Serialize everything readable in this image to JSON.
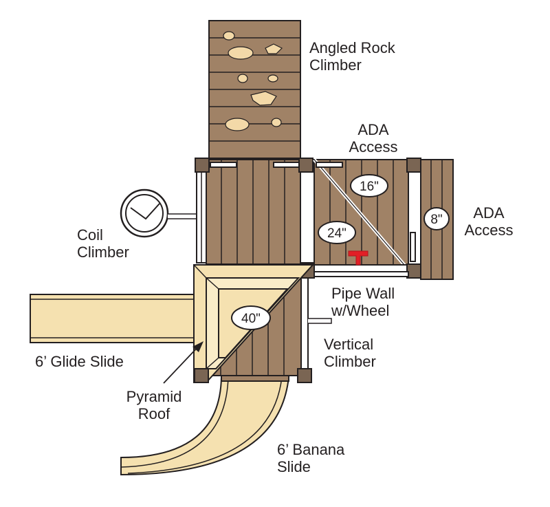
{
  "labels": {
    "angled_rock_climber": [
      "Angled Rock",
      "Climber"
    ],
    "ada_access_top": [
      "ADA",
      "Access"
    ],
    "ada_access_right": [
      "ADA",
      "Access"
    ],
    "coil_climber": [
      "Coil",
      "Climber"
    ],
    "pipe_wall": [
      "Pipe Wall",
      "w/Wheel"
    ],
    "vertical_climber": [
      "Vertical",
      "Climber"
    ],
    "glide_slide": [
      "6’ Glide Slide"
    ],
    "pyramid_roof": [
      "Pyramid",
      "Roof"
    ],
    "banana_slide": [
      "6’ Banana",
      "Slide"
    ]
  },
  "measurements": {
    "deck_16": "16\"",
    "deck_24": "24\"",
    "deck_8": "8\"",
    "deck_40": "40\""
  },
  "colors": {
    "wood": "#a08266",
    "wood_dark": "#735d4b",
    "post": "#7a6553",
    "slide": "#f5e1b0",
    "slide_light": "#f9ecc8",
    "outline": "#231f20",
    "wheel": "#e21f26",
    "rock": "#f3d9a8"
  }
}
